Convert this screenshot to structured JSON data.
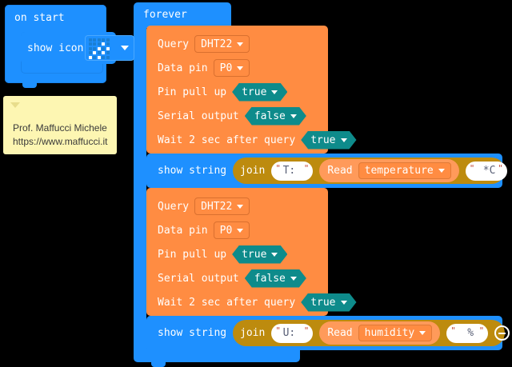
{
  "workspace": {
    "background": "#000000"
  },
  "on_start": {
    "label": "on start",
    "color": "#1e90ff",
    "show_icon": {
      "label": "show icon",
      "icon_name": "led-matrix-icon",
      "dropdown_icon": "chevron-down-icon",
      "pattern": [
        [
          0,
          0,
          0,
          0,
          0
        ],
        [
          0,
          0,
          0,
          1,
          0
        ],
        [
          0,
          0,
          1,
          0,
          1
        ],
        [
          0,
          1,
          0,
          1,
          0
        ],
        [
          1,
          0,
          1,
          0,
          0
        ]
      ]
    }
  },
  "note": {
    "caret_icon": "collapse-caret-icon",
    "line1": "Prof. Maffucci Michele",
    "line2": "https://www.maffucci.it",
    "color": "#fdf6b2"
  },
  "forever": {
    "label": "forever",
    "color": "#1e90ff"
  },
  "dht_blocks": [
    {
      "color": "#ff8c42",
      "rows": [
        {
          "label": "Query",
          "field_type": "dropdown",
          "value": "DHT22",
          "caret": "chevron-down-icon"
        },
        {
          "label": "Data pin",
          "field_type": "dropdown",
          "value": "P0",
          "caret": "chevron-down-icon"
        },
        {
          "label": "Pin pull up",
          "field_type": "boolean",
          "value": "true",
          "caret": "chevron-down-icon"
        },
        {
          "label": "Serial output",
          "field_type": "boolean",
          "value": "false",
          "caret": "chevron-down-icon"
        },
        {
          "label": "Wait 2 sec after query",
          "field_type": "boolean",
          "value": "true",
          "caret": "chevron-down-icon"
        }
      ]
    },
    {
      "color": "#ff8c42",
      "rows": [
        {
          "label": "Query",
          "field_type": "dropdown",
          "value": "DHT22",
          "caret": "chevron-down-icon"
        },
        {
          "label": "Data pin",
          "field_type": "dropdown",
          "value": "P0",
          "caret": "chevron-down-icon"
        },
        {
          "label": "Pin pull up",
          "field_type": "boolean",
          "value": "true",
          "caret": "chevron-down-icon"
        },
        {
          "label": "Serial output",
          "field_type": "boolean",
          "value": "false",
          "caret": "chevron-down-icon"
        },
        {
          "label": "Wait 2 sec after query",
          "field_type": "boolean",
          "value": "true",
          "caret": "chevron-down-icon"
        }
      ]
    }
  ],
  "show_strings": [
    {
      "label": "show string",
      "color": "#1e90ff",
      "join": {
        "label": "join",
        "color": "#bd8b0e",
        "arg1": "T: ",
        "read": {
          "label": "Read",
          "value": "temperature",
          "caret": "chevron-down-icon",
          "color": "#ff9a5a"
        },
        "arg2": " *C",
        "minus_icon": "minus-circle-icon",
        "plus_icon": "plus-circle-icon"
      }
    },
    {
      "label": "show string",
      "color": "#1e90ff",
      "join": {
        "label": "join",
        "color": "#bd8b0e",
        "arg1": "U: ",
        "read": {
          "label": "Read",
          "value": "humidity",
          "caret": "chevron-down-icon",
          "color": "#ff9a5a"
        },
        "arg2": " %",
        "minus_icon": "minus-circle-icon",
        "plus_icon": "plus-circle-icon"
      }
    }
  ],
  "quote": "\""
}
